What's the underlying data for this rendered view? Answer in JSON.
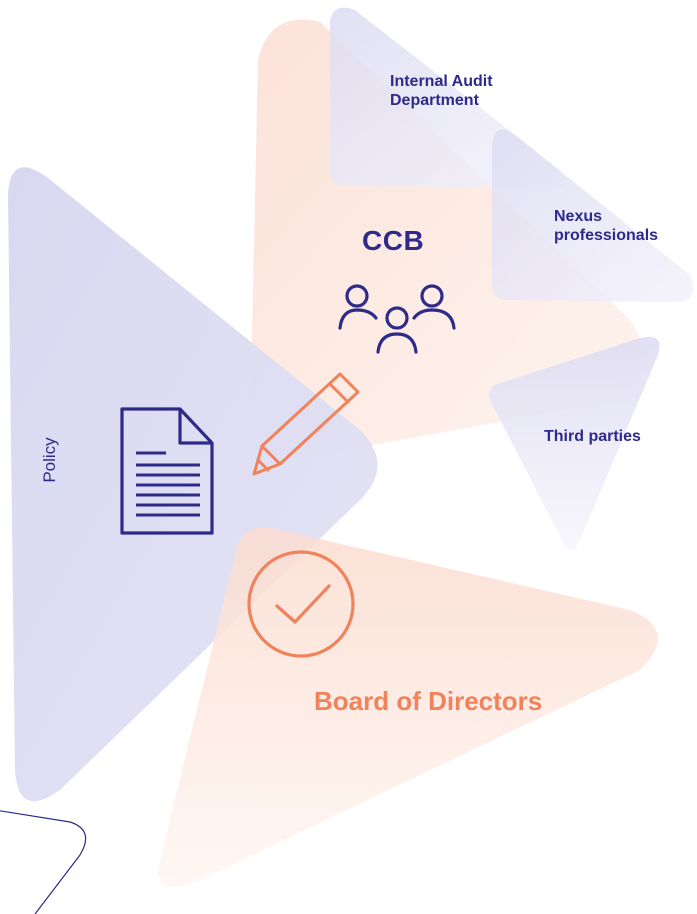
{
  "labels": {
    "internal_audit": "Internal Audit\nDepartment",
    "nexus": "Nexus\nprofessionals",
    "ccb": "CCB",
    "third_parties": "Third parties",
    "policy": "Policy",
    "board": "Board of Directors"
  },
  "icons": {
    "people": "people-group-icon",
    "document": "document-icon",
    "pencil": "pencil-icon",
    "check": "checkmark-circle-icon"
  },
  "colors": {
    "navy": "#2e2a8a",
    "orange": "#f0825c",
    "lavender": "#dcdcf3",
    "peach": "#fde7df"
  }
}
